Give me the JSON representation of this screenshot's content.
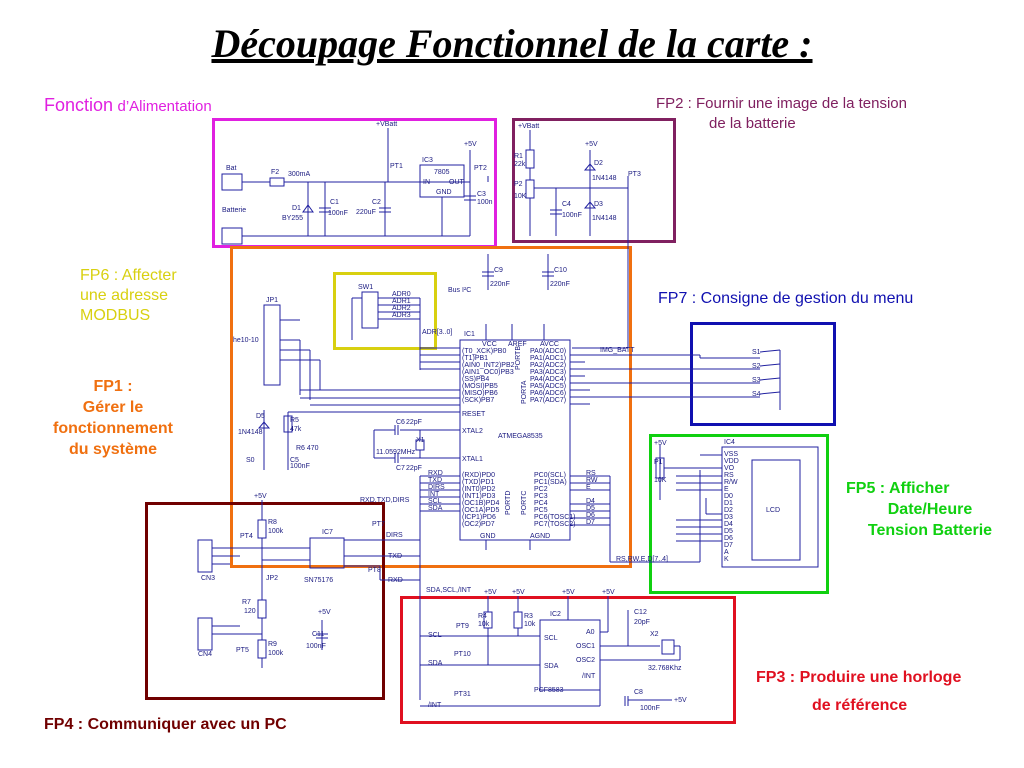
{
  "title": "Découpage Fonctionnel de la carte  :",
  "colors": {
    "alimentation": "#e020e0",
    "fp2": "#802060",
    "fp1": "#f07010",
    "fp6": "#d8d010",
    "fp7": "#1010b0",
    "fp5": "#10d010",
    "fp4": "#700000",
    "fp3": "#e01020",
    "wire": "#2020a0"
  },
  "labels": {
    "alimentation_a": "Fonction",
    "alimentation_b": "d’Alimentation",
    "fp2_line1": "FP2 : Fournir une image de la tension",
    "fp2_line2": "de la batterie",
    "fp6_line1": "FP6 : Affecter",
    "fp6_line2": "une adresse",
    "fp6_line3": "MODBUS",
    "fp7": "FP7 : Consigne de gestion du menu",
    "fp1_line1": "FP1 :",
    "fp1_line2": "Gérer le",
    "fp1_line3": "fonctionnement",
    "fp1_line4": "du système",
    "fp5_line1": "FP5 : Afficher",
    "fp5_line2": "Date/Heure",
    "fp5_line3": "Tension Batterie",
    "fp3_line1": "FP3 : Produire une horloge",
    "fp3_line2": "de référence",
    "fp4": "FP4 : Communiquer avec un PC"
  },
  "schematic": {
    "power": {
      "bat": "Bat",
      "batterie": "Batterie",
      "f2": "F2",
      "fuse": "300mA",
      "d1": "D1",
      "d1_part": "BY255",
      "c1": "C1",
      "c1_val": "100nF",
      "c2": "C2",
      "c2_val": "220uF",
      "pt1": "PT1",
      "ic3": "IC3",
      "ic3_part": "7805",
      "in": "IN",
      "out": "OUT",
      "gnd": "GND",
      "pt2": "PT2",
      "c3": "C3",
      "c3_val": "100n",
      "vbatt": "+VBatt",
      "p5v": "+5V"
    },
    "batt_image": {
      "vbatt": "+VBatt",
      "r1": "R1",
      "r1_val": "22k",
      "p2": "P2",
      "p2_val": "10K",
      "c4": "C4",
      "c4_val": "100nF",
      "d2": "D2",
      "d2_part": "1N4148",
      "d3": "D3",
      "d3_part": "1N4148",
      "pt3": "PT3",
      "p5v": "+5V"
    },
    "mcu": {
      "c9": "C9",
      "c9_val": "220nF",
      "c10": "C10",
      "c10_val": "220nF",
      "bus": "Bus I²C",
      "sw1": "SW1",
      "adr0": "ADR0",
      "adr1": "ADR1",
      "adr2": "ADR2",
      "adr3": "ADR3",
      "jp1": "JP1",
      "he": "he10-10",
      "adr_bus": "ADR[3..0]",
      "ic1": "IC1",
      "vcc": "VCC",
      "aref": "AREF",
      "avcc": "AVCC",
      "portb": "PORTB",
      "porta": "PORTA",
      "portd": "PORTD",
      "portc": "PORTC",
      "pins_b": [
        "(T0_XCK)PB0",
        "(T1)PB1",
        "(AIN0_INT2)PB2",
        "(AIN1_OC0)PB3",
        "(SS)PB4",
        "(MOSI)PB5",
        "(MISO)PB6",
        "(SCK)PB7"
      ],
      "pins_a": [
        "PA0(ADC0)",
        "PA1(ADC1)",
        "PA2(ADC2)",
        "PA3(ADC3)",
        "PA4(ADC4)",
        "PA5(ADC5)",
        "PA6(ADC6)",
        "PA7(ADC7)"
      ],
      "pins_d": [
        "(RXD)PD0",
        "(TXD)PD1",
        "(INT0)PD2",
        "(INT1)PD3",
        "(OC1B)PD4",
        "(OC1A)PD5",
        "(ICP1)PD6",
        "(OC2)PD7"
      ],
      "pins_c": [
        "PC0(SCL)",
        "PC1(SDA)",
        "PC2",
        "PC3",
        "PC4",
        "PC5",
        "PC6(TOSC1)",
        "PC7(TOSC2)"
      ],
      "reset": "RESET",
      "xtal2": "XTAL2",
      "xtal1": "XTAL1",
      "part": "ATMEGA8535",
      "img_batt": "IMG_BATT",
      "c6": "C6",
      "c6_val": "22pF",
      "c7": "C7",
      "c7_val": "22pF",
      "x1": "X1",
      "x1_val": "11.0592MHz",
      "d5": "D5",
      "d5_part": "1N4148",
      "r5": "R5",
      "r5_val": "47k",
      "r6": "R6 470",
      "s0": "S0",
      "c5": "C5",
      "c5_val": "100nF",
      "sig_left": [
        "RXD",
        "TXD",
        "DIRS",
        "INT",
        "SCL",
        "SDA"
      ],
      "sig_right": [
        "RS",
        "RW",
        "E",
        "D4",
        "D5",
        "D6",
        "D7"
      ],
      "gnd": "GND",
      "agnd": "AGND",
      "rxd_txd_dirs": "RXD,TXD,DIRS"
    },
    "keys": {
      "s1": "S1",
      "s2": "S2",
      "s3": "S3",
      "s4": "S4"
    },
    "lcd": {
      "ic4": "IC4",
      "p1": "P1",
      "p1_val": "10K",
      "lcd": "LCD",
      "p5v": "+5V",
      "pins": [
        "VSS",
        "VDD",
        "VO",
        "RS",
        "R/W",
        "E",
        "D0",
        "D1",
        "D2",
        "D3",
        "D4",
        "D5",
        "D6",
        "D7",
        "A",
        "K"
      ],
      "bus": "RS,RW,E,D[7..4]"
    },
    "rs485": {
      "r8": "R8",
      "r8_val": "100k",
      "pt4": "PT4",
      "ic7": "IC7",
      "part": "SN75176",
      "jp2": "JP2",
      "r7": "R7",
      "r7_val": "120",
      "r9": "R9",
      "r9_val": "100k",
      "cn3": "CN3",
      "cn4": "CN4",
      "pt5": "PT5",
      "pt7": "PT7",
      "pt8": "PT8",
      "c11": "C11",
      "c11_val": "100nF",
      "dirs": "DIRS",
      "txd": "TXD",
      "rxd": "RXD",
      "p5v": "+5V"
    },
    "rtc": {
      "bus": "SDA,SCL,/INT",
      "r4": "R4",
      "r4_val": "10k",
      "r3": "R3",
      "r3_val": "10k",
      "ic2": "IC2",
      "part": "PCF8583",
      "a0": "A0",
      "osc1": "OSC1",
      "osc2": "OSC2",
      "int": "/INT",
      "scl_pin": "SCL",
      "sda_pin": "SDA",
      "c12": "C12",
      "c12_val": "20pF",
      "x2": "X2",
      "x2_val": "32.768Khz",
      "c8": "C8",
      "c8_val": "100nF",
      "pt9": "PT9",
      "pt10": "PT10",
      "pt31": "PT31",
      "scl": "SCL",
      "sda": "SDA",
      "int_sig": "/INT",
      "p5v": "+5V"
    }
  }
}
